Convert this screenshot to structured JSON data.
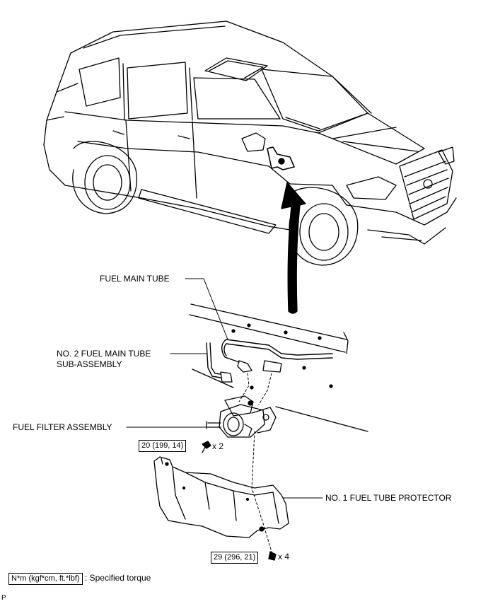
{
  "labels": {
    "fuel_main_tube": "FUEL MAIN TUBE",
    "no2_fuel_main_tube_line1": "NO. 2 FUEL MAIN TUBE",
    "no2_fuel_main_tube_line2": "SUB-ASSEMBLY",
    "fuel_filter_assembly": "FUEL FILTER ASSEMBLY",
    "no1_fuel_tube_protector": "NO. 1 FUEL TUBE PROTECTOR"
  },
  "torques": {
    "filter_bolts": {
      "value": "20 (199, 14)",
      "qty": "x 2"
    },
    "protector_bolts": {
      "value": "29 (296, 21)",
      "qty": "x 4"
    }
  },
  "legend": {
    "unit": "N*m (kgf*cm, ft.*lbf)",
    "meaning": ": Specified torque"
  },
  "corner_mark": "P"
}
